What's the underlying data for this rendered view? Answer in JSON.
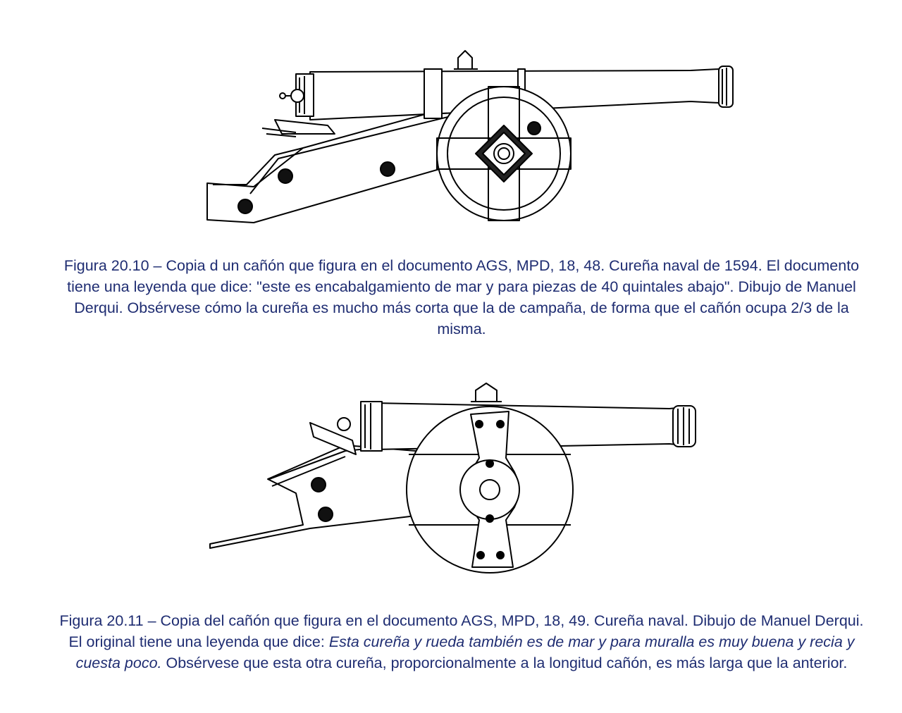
{
  "figures": [
    {
      "caption": {
        "text": "Figura 20.10 – Copia d un cañón que figura en el documento AGS, MPD, 18, 48. Cureña naval de 1594. El documento tiene una leyenda que dice: \"este es encabalgamiento de mar y para piezas de 40 quintales abajo\". Dibujo de Manuel Derqui. Obsérvese cómo la cureña es mucho más corta que la de campaña, de forma que el cañón ocupa 2/3 de la misma."
      }
    },
    {
      "caption": {
        "before_italic": "Figura 20.11 – Copia del cañón que figura en el documento AGS, MPD, 18, 49. Cureña naval. Dibujo de Manuel Derqui. El original tiene una leyenda que dice: ",
        "italic": "Esta cureña y rueda también es de mar y para muralla es muy buena y recia y cuesta poco.",
        "after_italic": " Obsérvese que esta otra cureña, proporcionalmente a la longitud cañón, es más larga que la anterior."
      }
    }
  ],
  "colors": {
    "caption_text": "#1f2d72",
    "drawing_line": "#000000"
  }
}
